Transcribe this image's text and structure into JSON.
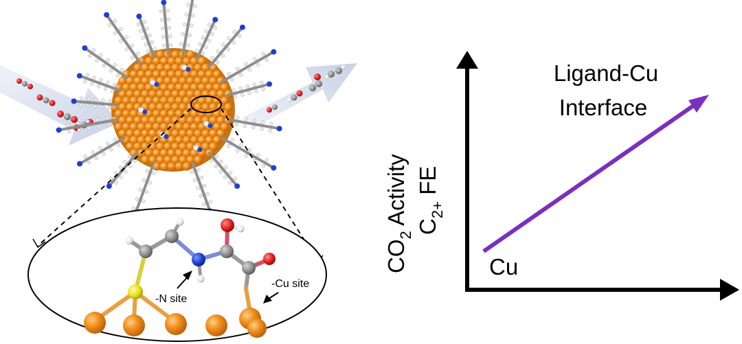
{
  "labels": {
    "n_site": "-N site",
    "cu_site": "-Cu site",
    "interface_line1": "Ligand-Cu",
    "interface_line2": "Interface",
    "cu_label": "Cu",
    "ylabel_co2": "CO",
    "ylabel_co2_sub": "2",
    "ylabel_activity": " Activity",
    "ylabel_c": "C",
    "ylabel_c_sub": "2+",
    "ylabel_fe": " FE"
  },
  "colors": {
    "cu_atom": "#f2911e",
    "cu_atom_dark": "#c26a0c",
    "carbon": "#8e8e8e",
    "nitrogen": "#1f3fd1",
    "oxygen": "#e01f1f",
    "sulfur": "#e8e11a",
    "hydrogen": "#f2f2f2",
    "trend_line": "#7b2fc0",
    "axis": "#000000",
    "flow_arrow": "#c9d2e6"
  },
  "chart": {
    "trend": "increasing",
    "start_label": "Cu",
    "end_label": "Ligand-Cu Interface"
  }
}
